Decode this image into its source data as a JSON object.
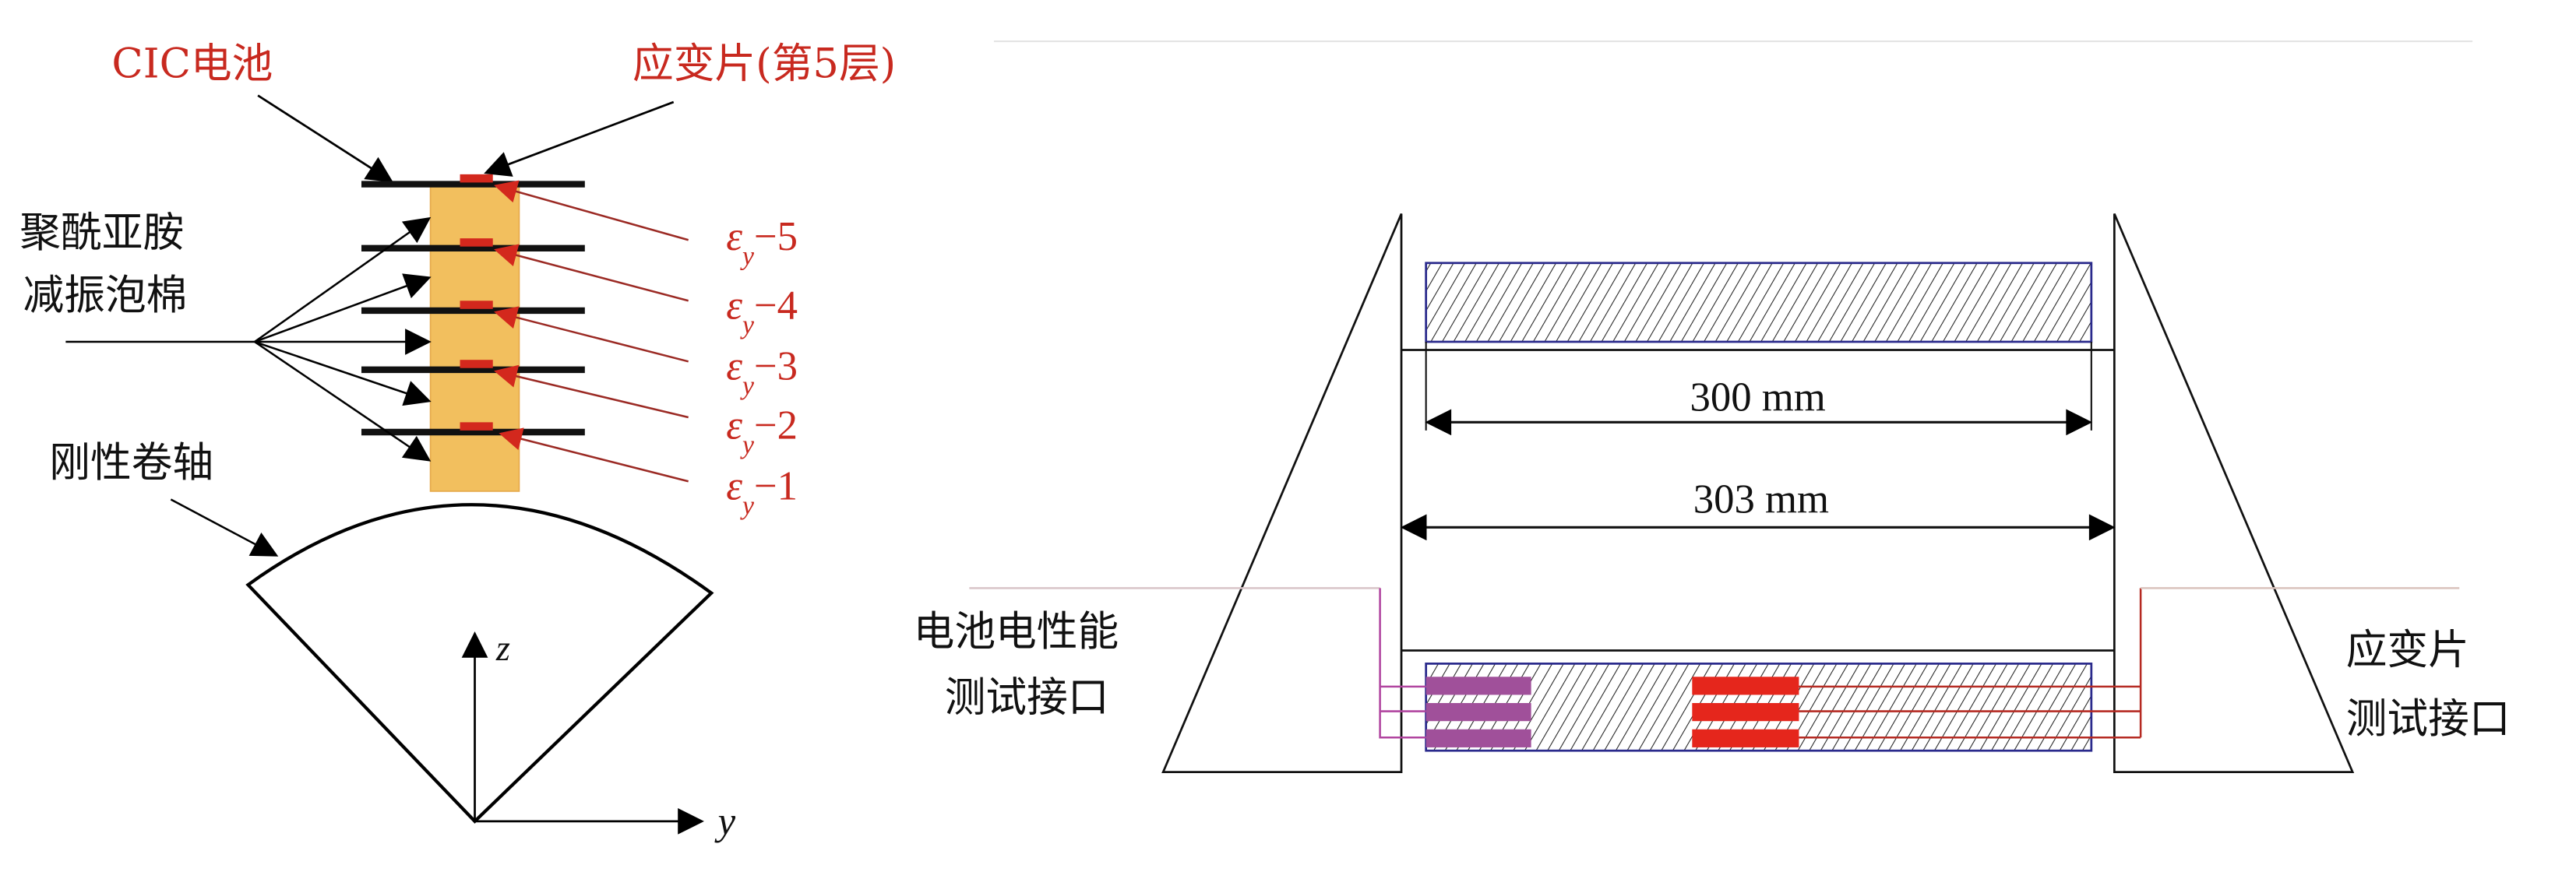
{
  "left": {
    "label_cic": "CIC电池",
    "label_strain_gauge": "应变片(第5层)",
    "label_foam_line1": "聚酰亚胺",
    "label_foam_line2": "减振泡棉",
    "label_reel": "刚性卷轴",
    "strain_labels": [
      {
        "sym": "ε",
        "sub": "y",
        "suffix": "−5"
      },
      {
        "sym": "ε",
        "sub": "y",
        "suffix": "−4"
      },
      {
        "sym": "ε",
        "sub": "y",
        "suffix": "−3"
      },
      {
        "sym": "ε",
        "sub": "y",
        "suffix": "−2"
      },
      {
        "sym": "ε",
        "sub": "y",
        "suffix": "−1"
      }
    ],
    "axis_z": "z",
    "axis_y": "y"
  },
  "right": {
    "dim_inner": "300 mm",
    "dim_outer": "303 mm",
    "label_battery_line1": "电池电性能",
    "label_battery_line2": "测试接口",
    "label_gauge_line1": "应变片",
    "label_gauge_line2": "测试接口"
  },
  "colors": {
    "red_text": "#c8291f",
    "foam": "#f2bf5e",
    "cell_outline": "#2a2a8c",
    "battery_pad": "#a0509a",
    "gauge_pad": "#e5261c",
    "wire_red": "#b52a22"
  }
}
